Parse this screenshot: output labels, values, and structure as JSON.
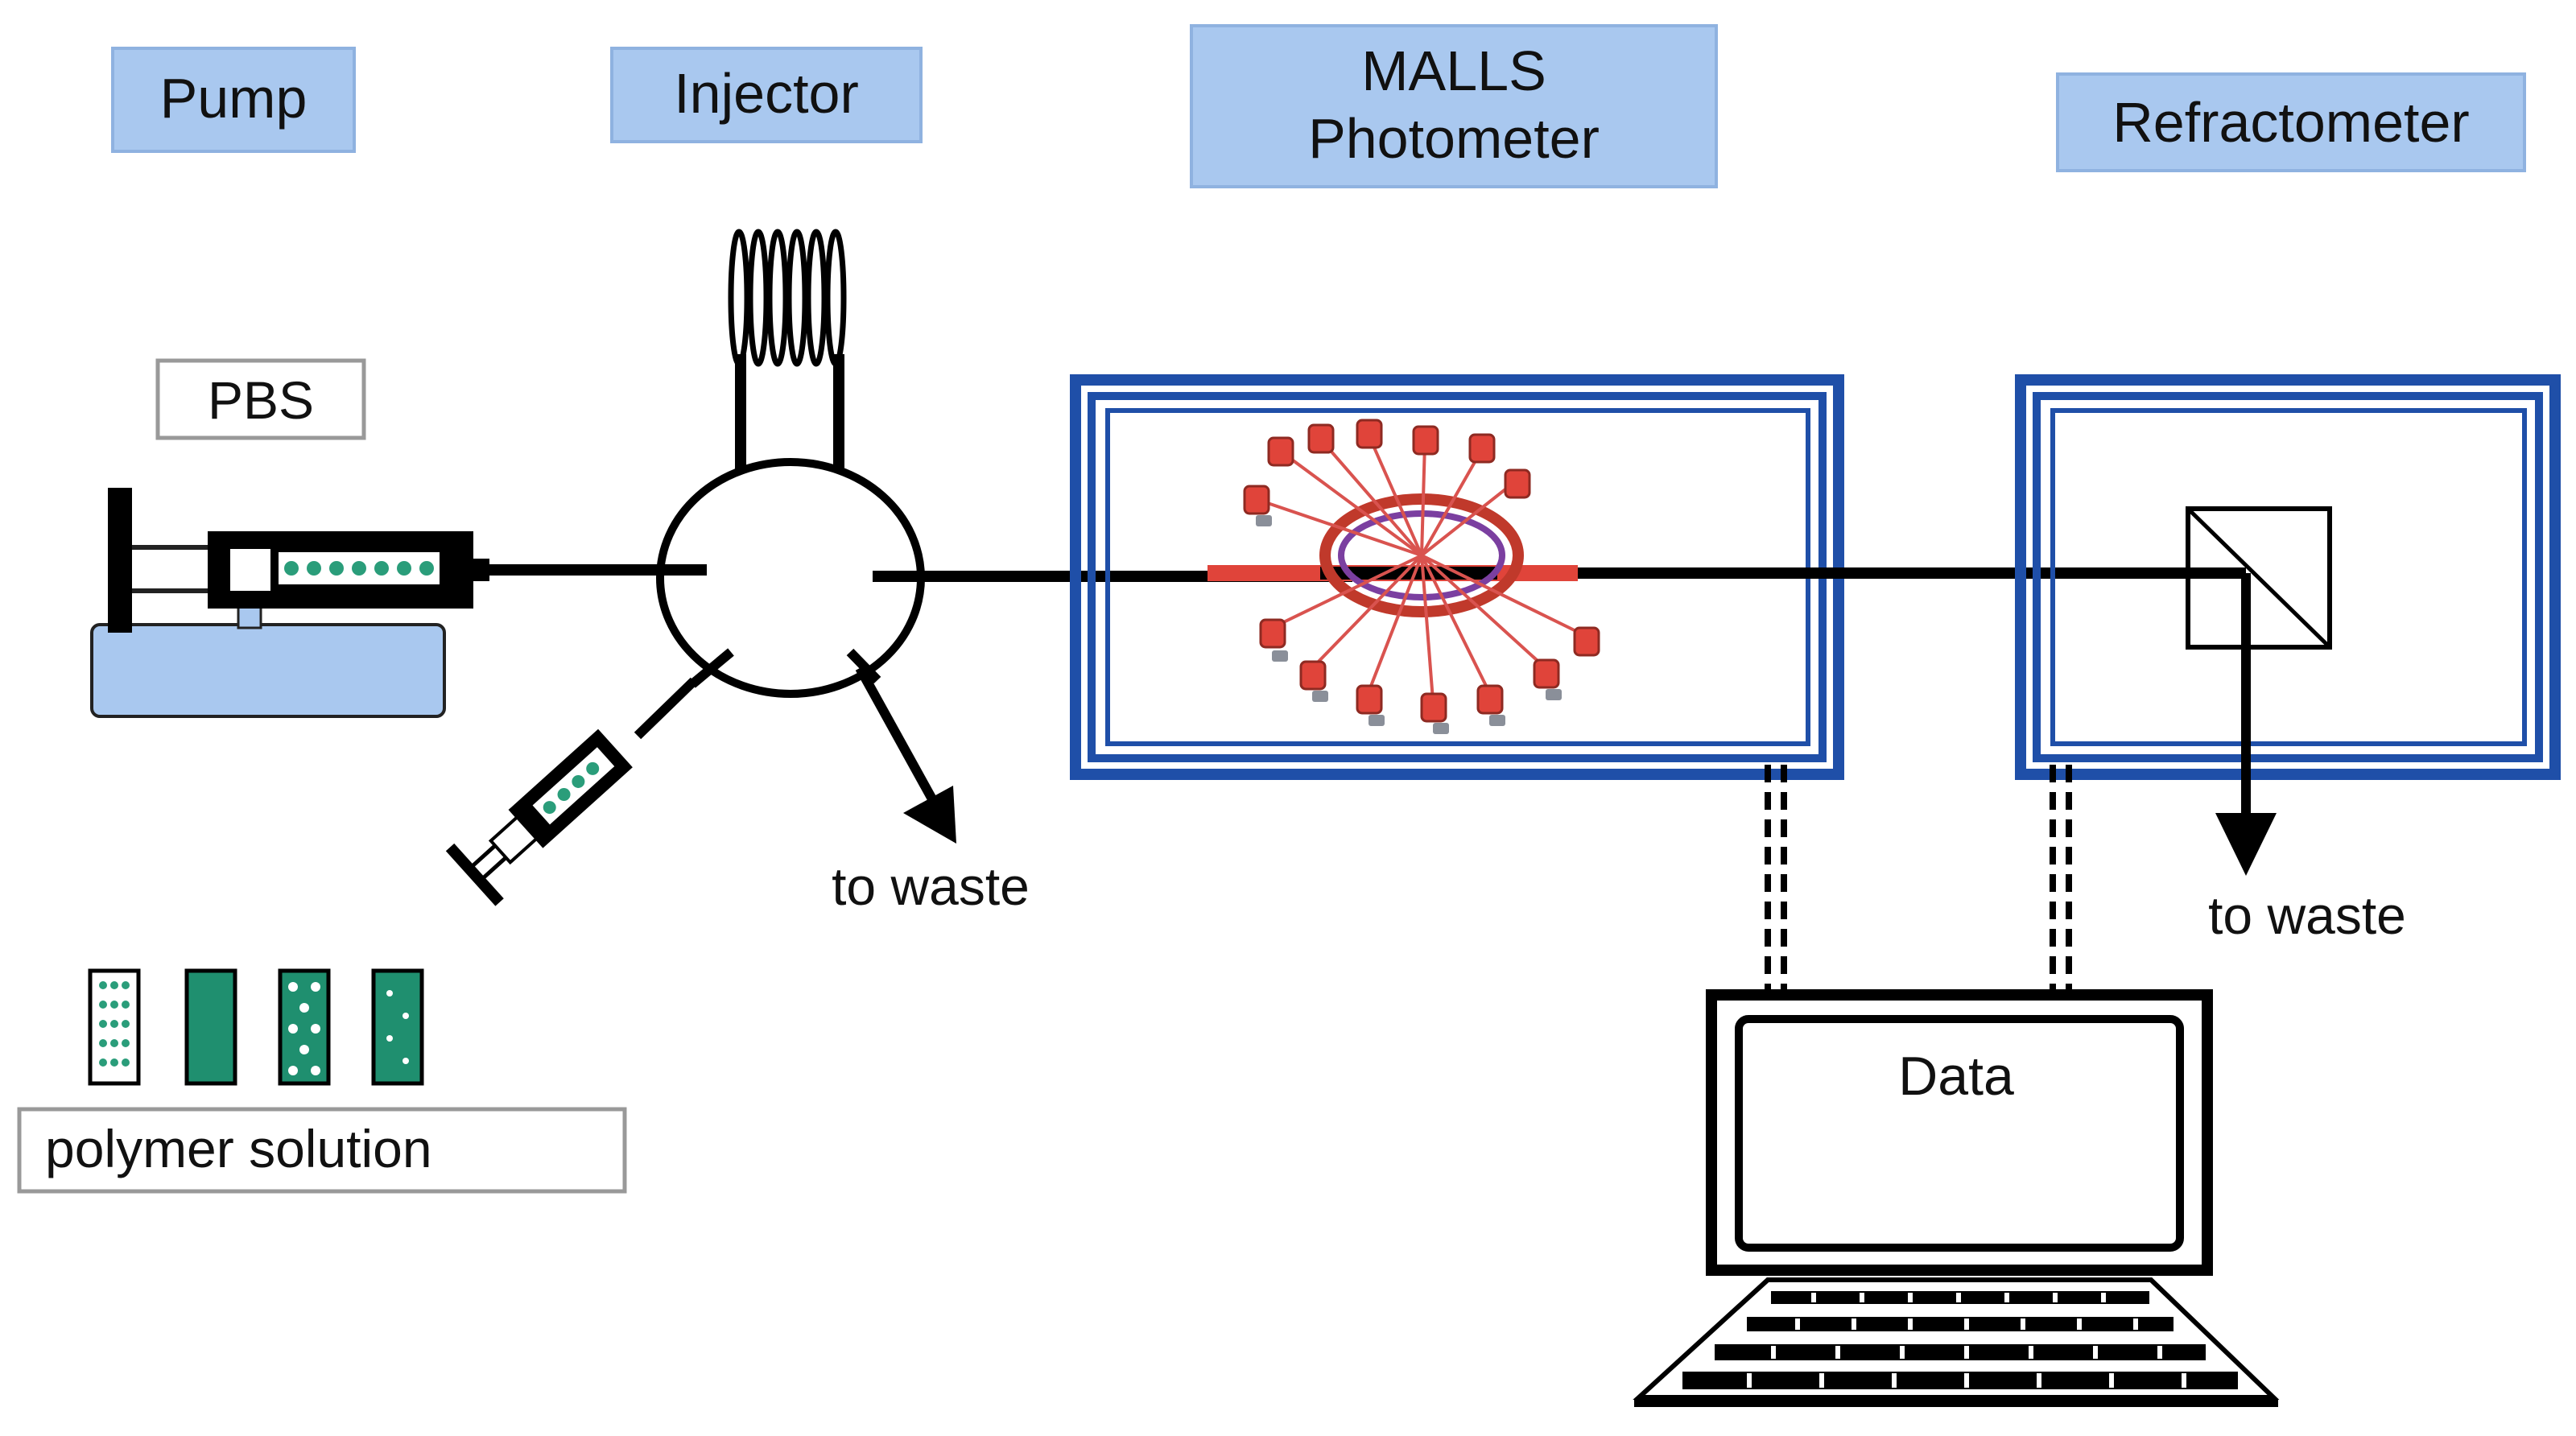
{
  "headers": {
    "pump": "Pump",
    "injector": "Injector",
    "malls_line1": "MALLS",
    "malls_line2": "Photometer",
    "refractometer": "Refractometer"
  },
  "labels": {
    "pbs": "PBS",
    "polymer_solution": "polymer solution",
    "to_waste_injector": "to waste",
    "to_waste_refractometer": "to waste",
    "data": "Data"
  },
  "colors": {
    "header_fill": "#a9c8ef",
    "frame_blue": "#1f4fa8",
    "pump_base": "#a9c8ef",
    "vial_green": "#1f8f6f",
    "laser_red": "#e0443a",
    "line": "#000000"
  },
  "icons": {
    "pump": "syringe-pump",
    "injector": "six-port-injection-valve",
    "sample_loop": "coil-loop",
    "detector_array": "malls-detector-ring",
    "prism": "refractometer-prism",
    "computer": "computer-terminal"
  }
}
